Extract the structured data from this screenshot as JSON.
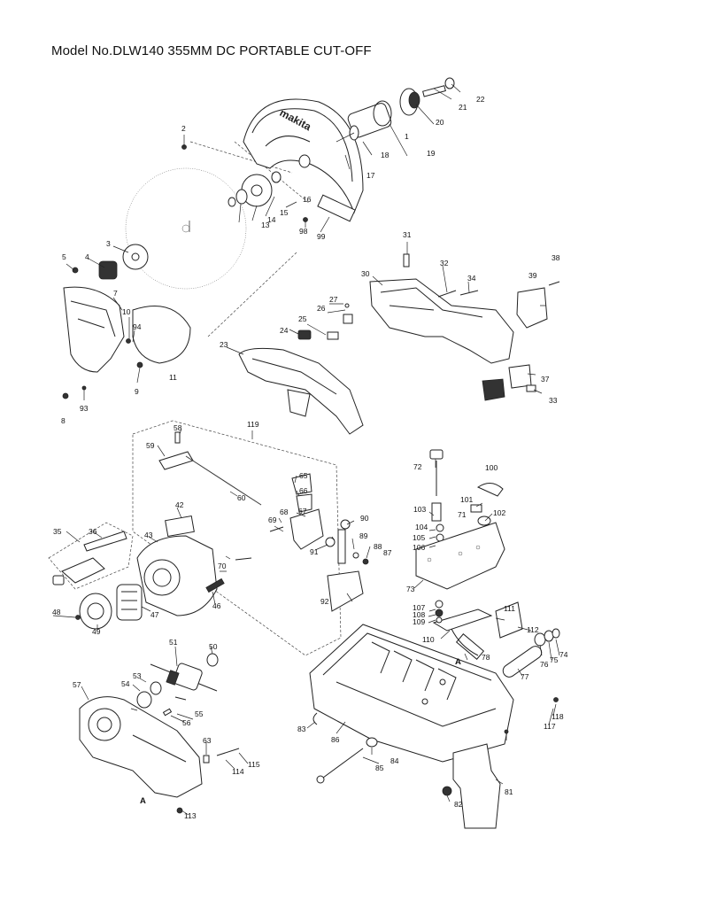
{
  "title": "Model No.DLW140 355MM DC PORTABLE CUT-OFF",
  "callouts": {
    "p1": "1",
    "p2": "2",
    "p3": "3",
    "p4": "4",
    "p5": "5",
    "p7": "7",
    "p8": "8",
    "p9": "9",
    "p10": "10",
    "p11": "11",
    "p13": "13",
    "p14": "14",
    "p15": "15",
    "p16": "16",
    "p17": "17",
    "p18": "18",
    "p19": "19",
    "p20": "20",
    "p21": "21",
    "p22": "22",
    "p23": "23",
    "p24": "24",
    "p25": "25",
    "p26": "26",
    "p27": "27",
    "p30": "30",
    "p31": "31",
    "p32": "32",
    "p33": "33",
    "p34": "34",
    "p35": "35",
    "p36": "36",
    "p37": "37",
    "p38": "38",
    "p39": "39",
    "p42": "42",
    "p43": "43",
    "p46": "46",
    "p47": "47",
    "p48": "48",
    "p49": "49",
    "p50": "50",
    "p51": "51",
    "p53": "53",
    "p54": "54",
    "p55": "55",
    "p56": "56",
    "p57": "57",
    "p58": "58",
    "p59": "59",
    "p60": "60",
    "p63": "63",
    "p65": "65",
    "p66": "66",
    "p67": "67",
    "p68": "68",
    "p69": "69",
    "p70": "70",
    "p71": "71",
    "p72": "72",
    "p73": "73",
    "p74": "74",
    "p75": "75",
    "p76": "76",
    "p77": "77",
    "p78": "78",
    "p81": "81",
    "p82": "82",
    "p83": "83",
    "p84": "84",
    "p85": "85",
    "p86": "86",
    "p87": "87",
    "p88": "88",
    "p89": "89",
    "p90": "90",
    "p91": "91",
    "p92": "92",
    "p93": "93",
    "p94": "94",
    "p98": "98",
    "p99": "99",
    "p100": "100",
    "p101": "101",
    "p102": "102",
    "p103": "103",
    "p104": "104",
    "p105": "105",
    "p106": "106",
    "p107": "107",
    "p108": "108",
    "p109": "109",
    "p110": "110",
    "p111": "111",
    "p112": "112",
    "p113": "113",
    "p114": "114",
    "p115": "115",
    "p117": "117",
    "p118": "118",
    "p119": "119",
    "pA1": "A",
    "pA2": "A"
  },
  "brand_logo": "makita"
}
